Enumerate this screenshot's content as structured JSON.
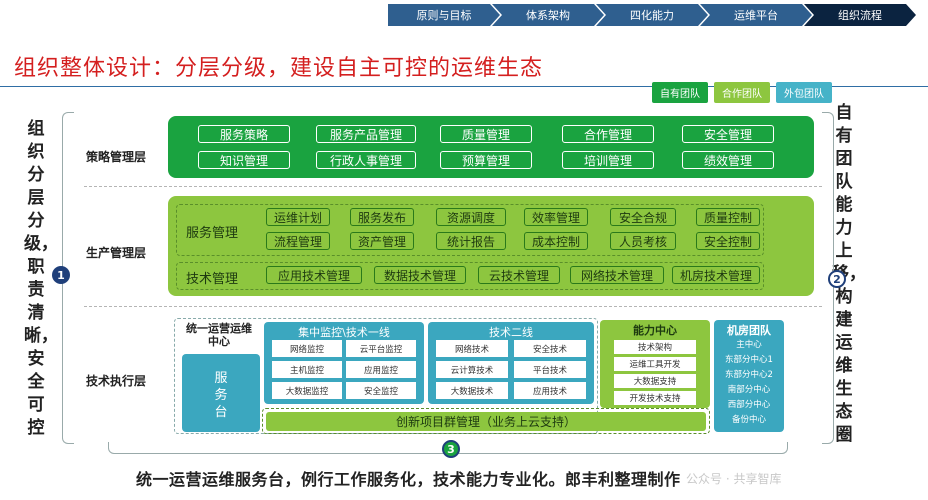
{
  "nav": {
    "items": [
      "原则与目标",
      "体系架构",
      "四化能力",
      "运维平台",
      "组织流程"
    ],
    "active_index": 4
  },
  "title": "组织整体设计：分层分级，建设自主可控的运维生态",
  "legend": [
    {
      "label": "自有团队",
      "color": "#1aa340"
    },
    {
      "label": "合作团队",
      "color": "#8dc63f"
    },
    {
      "label": "外包团队",
      "color": "#46b3c8"
    }
  ],
  "left_side": {
    "text": "组织分层分级，职责清晰，安全可控",
    "badge": "1"
  },
  "right_side": {
    "text": "自有团队能力上移，构建运维生态圈",
    "badge": "2"
  },
  "bottom_badge": "3",
  "layers": {
    "strategy": {
      "label": "策略管理层",
      "row1": [
        "服务策略",
        "服务产品管理",
        "质量管理",
        "合作管理",
        "安全管理"
      ],
      "row2": [
        "知识管理",
        "行政人事管理",
        "预算管理",
        "培训管理",
        "绩效管理"
      ]
    },
    "production": {
      "label": "生产管理层",
      "service_mgmt_label": "服务管理",
      "service_row1": [
        "运维计划",
        "服务发布",
        "资源调度",
        "效率管理",
        "安全合规",
        "质量控制"
      ],
      "service_row2": [
        "流程管理",
        "资产管理",
        "统计报告",
        "成本控制",
        "人员考核",
        "安全控制"
      ],
      "tech_mgmt_label": "技术管理",
      "tech_items": [
        "应用技术管理",
        "数据技术管理",
        "云技术管理",
        "网络技术管理",
        "机房技术管理"
      ]
    },
    "execution": {
      "label": "技术执行层",
      "ops_center_label": "统一运营运维中心",
      "service_desk": "服务台",
      "monitor": {
        "title": "集中监控\\技术一线",
        "cells": [
          "网络监控",
          "云平台监控",
          "主机监控",
          "应用监控",
          "大数据监控",
          "安全监控"
        ]
      },
      "tech2": {
        "title": "技术二线",
        "cells": [
          "网络技术",
          "安全技术",
          "云计算技术",
          "平台技术",
          "大数据技术",
          "应用技术"
        ]
      },
      "capability": {
        "title": "能力中心",
        "cells": [
          "技术架构",
          "运维工具开发",
          "大数据支持",
          "开发技术支持"
        ]
      },
      "datacenter": {
        "title": "机房团队",
        "cells": [
          "主中心",
          "东部分中心1",
          "东部分中心2",
          "南部分中心",
          "西部分中心",
          "备份中心"
        ]
      },
      "innovation": "创新项目群管理（业务上云支持）"
    }
  },
  "footer": "统一运营运维服务台，例行工作服务化，技术能力专业化。郎丰利整理制作",
  "watermark": "公众号 · 共享智库"
}
